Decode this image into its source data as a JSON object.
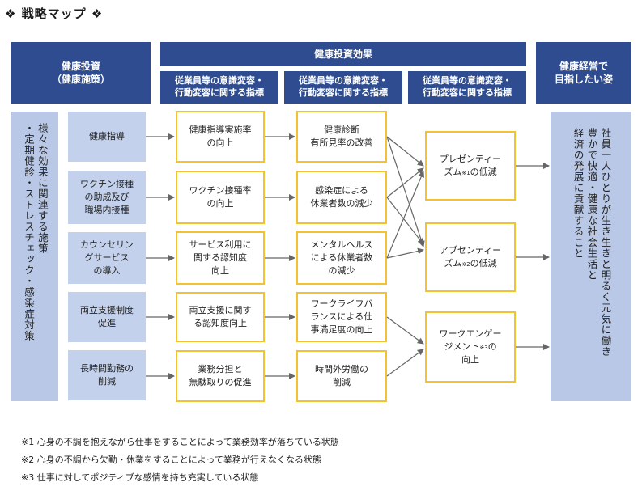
{
  "title": "❖ 戦略マップ ❖",
  "headers": {
    "investment": "健康投資\n（健康施策）",
    "effect": "健康投資効果",
    "goal": "健康経営で\n目指したい姿",
    "indicator_1": "従業員等の意識変容・\n行動変容に関する指標",
    "indicator_2": "従業員等の意識変容・\n行動変容に関する指標",
    "indicator_3": "従業員等の意識変容・\n行動変容に関する指標"
  },
  "left_vertical": "様々な効果に関連する施策\n・定期健診・ストレスチェック・感染症対策",
  "investments": [
    "健康指導",
    "ワクチン接種\nの助成及び\n職場内接種",
    "カウンセリン\nグサービス\nの導入",
    "両立支援制度\n促進",
    "長時間勤務の\n削減"
  ],
  "indicators_a": [
    "健康指導実施率\nの向上",
    "ワクチン接種率\nの向上",
    "サービス利用に\n関する認知度\n向上",
    "両立支援に関す\nる認知度向上",
    "業務分担と\n無駄取りの促進"
  ],
  "indicators_b": [
    "健康診断\n有所見率の改善",
    "感染症による\n休業者数の減少",
    "メンタルヘルス\nによる休業者数\nの減少",
    "ワークライフバ\nランスによる仕\n事満足度の向上",
    "時間外労働の\n削減"
  ],
  "outcomes": [
    {
      "pre": "プレゼンティー\nズム",
      "mark": "※1",
      "post": "の低減"
    },
    {
      "pre": "アブセンティー\nズム",
      "mark": "※2",
      "post": "の低減"
    },
    {
      "pre": "ワークエンゲー\nジメント",
      "mark": "※3",
      "post": "の\n向上"
    }
  ],
  "goal_text": "社員一人ひとりが生き生きと明るく元気に働き\n豊かで快適・健康な社会生活と\n経済の発展に貢献すること",
  "notes": [
    "※1  心身の不調を抱えながら仕事をすることによって業務効率が落ちている状態",
    "※2  心身の不調から欠勤・休業をすることによって業務が行えなくなる状態",
    "※3  仕事に対してポジティブな感情を持ち充実している状態"
  ],
  "colors": {
    "header": "#2e4c8f",
    "light_fill": "#c3d1ec",
    "yellow_border": "#f2c230",
    "arrow": "#666666"
  }
}
